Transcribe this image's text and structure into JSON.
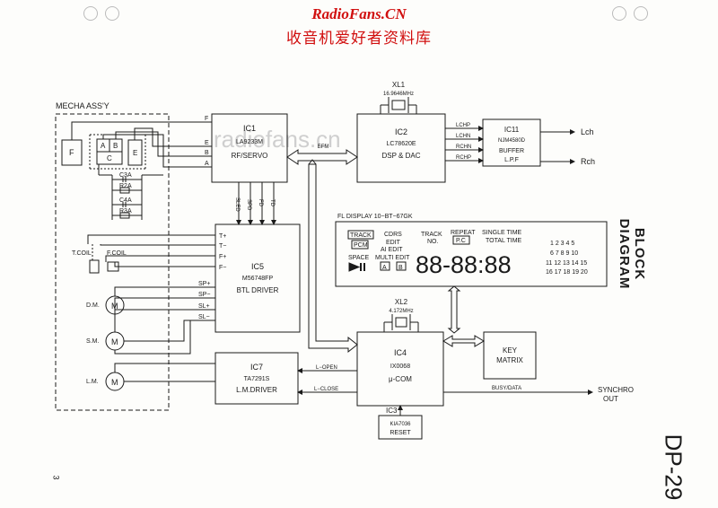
{
  "header": {
    "site": "RadioFans.CN",
    "subtitle": "收音机爱好者资料库"
  },
  "watermark": "radiofans.cn",
  "side_title": "BLOCK DIAGRAM",
  "model": "DP-29",
  "page_number": "3",
  "mecha": {
    "label": "MECHA ASS'Y",
    "f": "F",
    "a": "A",
    "b": "B",
    "c": "C",
    "e": "E",
    "c3a": "C3A",
    "r2a": "R2A",
    "c4a": "C4A",
    "r3a": "R3A",
    "tcoil": "T.COIL",
    "fcoil": "F.COIL",
    "motors": [
      "D.M.",
      "S.M.",
      "L.M."
    ],
    "m": "M"
  },
  "blocks": {
    "ic1": {
      "name": "IC1",
      "part": "LA9233M",
      "func": "RF/SERVO"
    },
    "ic2": {
      "name": "IC2",
      "part": "LC78620E",
      "func": "DSP & DAC"
    },
    "ic11": {
      "name": "IC11",
      "part": "NJM4580D",
      "func1": "BUFFER",
      "func2": "L.P.F"
    },
    "ic5": {
      "name": "IC5",
      "part": "M56748FP",
      "func": "BTL DRIVER"
    },
    "ic4": {
      "name": "IC4",
      "part": "IX0068",
      "func": "μ-COM"
    },
    "ic7": {
      "name": "IC7",
      "part": "TA7291S",
      "func": "L.M.DRIVER"
    },
    "ic3": {
      "name": "IC3",
      "part": "KIA7036",
      "func": "RESET"
    },
    "key": {
      "l1": "KEY",
      "l2": "MATRIX"
    },
    "xl1": {
      "name": "XL1",
      "freq": "16.9646MHz"
    },
    "xl2": {
      "name": "XL2",
      "freq": "4.172MHz"
    }
  },
  "signals": {
    "f": "F",
    "e": "E",
    "b": "B",
    "a": "A",
    "efm": "EFM",
    "lchp": "LCHP",
    "lchn": "LCHN",
    "rchn": "RCHN",
    "rchp": "RCHP",
    "lch": "Lch",
    "rch": "Rch",
    "sled": "SLED",
    "spd": "SPD",
    "fd": "FD",
    "td": "TD",
    "tp": "T+",
    "tm": "T−",
    "fp": "F+",
    "fm": "F−",
    "spp": "SP+",
    "spm": "SP−",
    "slp": "SL+",
    "slm": "SL−",
    "lopen": "L−OPEN",
    "lclose": "L−CLOSE",
    "busy": "BUSY/DATA",
    "synchro1": "SYNCHRO",
    "synchro2": "OUT"
  },
  "display": {
    "label": "FL DISPLAY  10−BT−67GK",
    "track_box": "TRACK",
    "pcm": "PCM",
    "space": "SPACE",
    "a": "A",
    "b": "B",
    "cd_rs": "CDRS",
    "edit": "EDIT",
    "ai_edit": "AI EDIT",
    "multi_edit": "MULTI EDIT",
    "track": "TRACK",
    "no": "NO.",
    "repeat": "REPEAT",
    "pc": "P.C",
    "single_time": "SINGLE TIME",
    "total_time": "TOTAL TIME",
    "digits": "88-88:88",
    "grid": [
      "1 2 3 4 5",
      "6 7 8 9 10",
      "11 12 13 14 15",
      "16 17 18 19 20"
    ]
  }
}
